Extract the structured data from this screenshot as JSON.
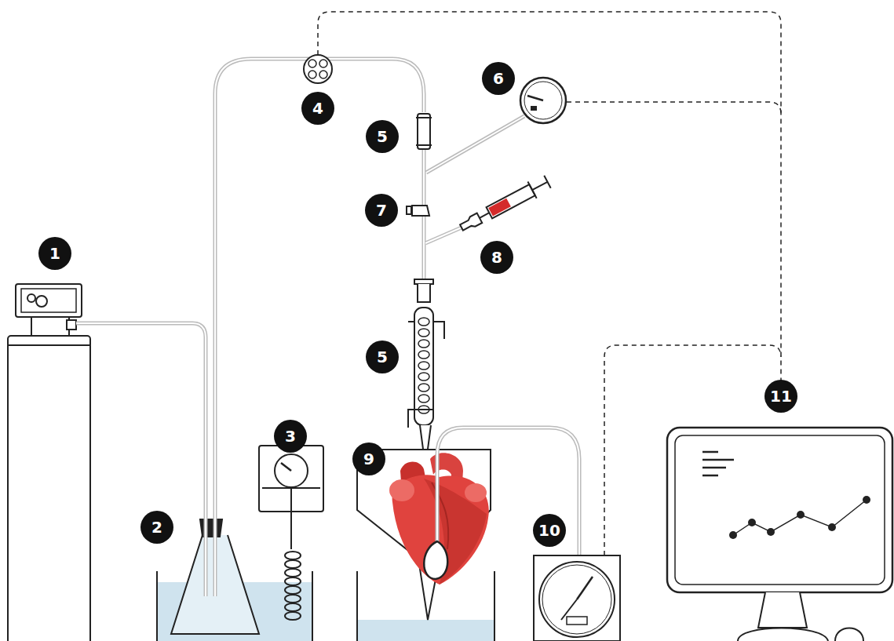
{
  "diagram": {
    "labels": [
      "1",
      "2",
      "3",
      "4",
      "5",
      "6",
      "7",
      "8",
      "5",
      "9",
      "10",
      "11"
    ]
  }
}
